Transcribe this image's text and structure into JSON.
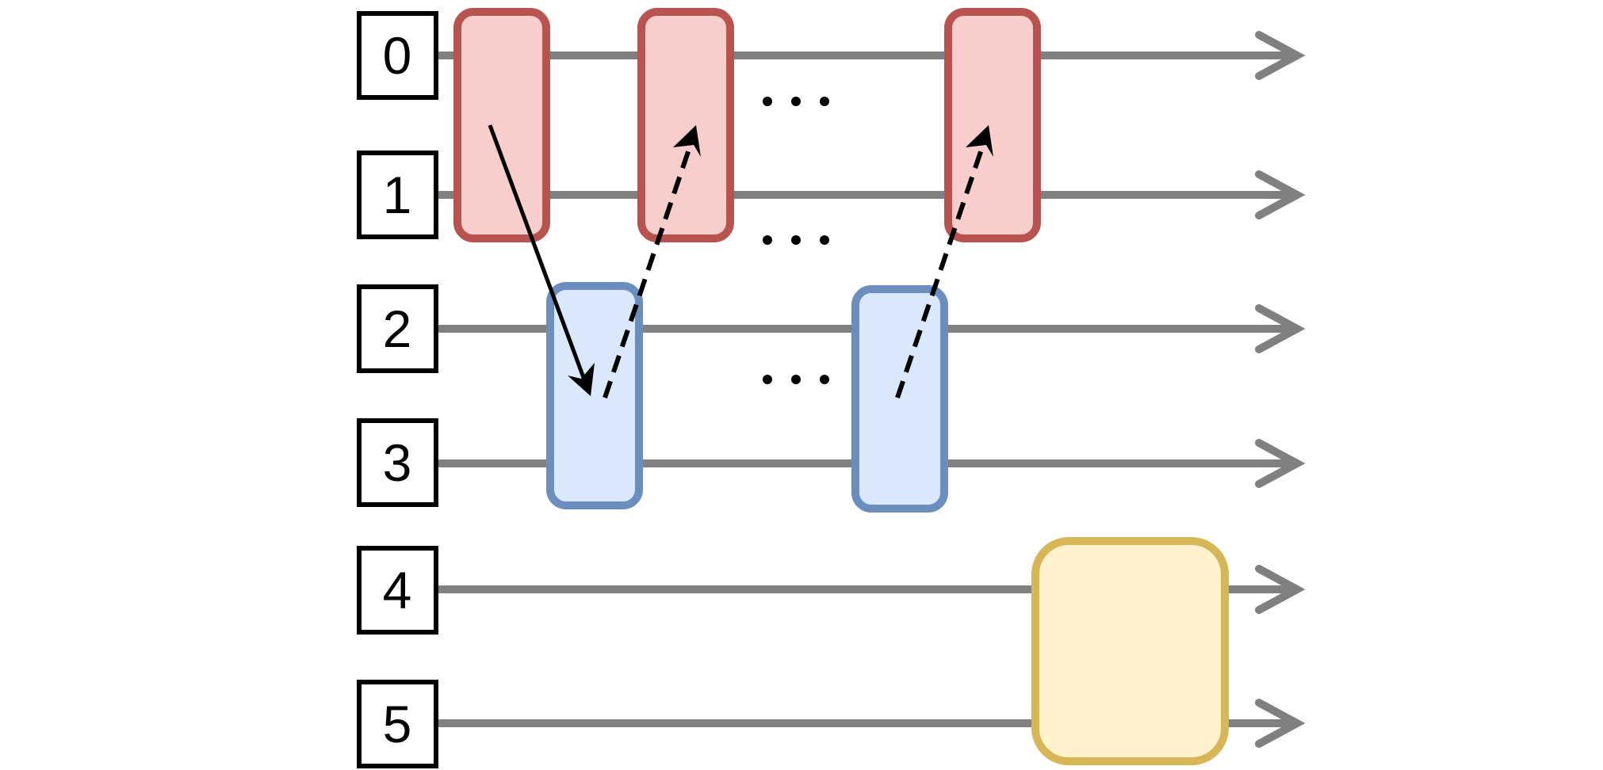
{
  "qubits": [
    {
      "label": "0"
    },
    {
      "label": "1"
    },
    {
      "label": "2"
    },
    {
      "label": "3"
    },
    {
      "label": "4"
    },
    {
      "label": "5"
    }
  ],
  "colors": {
    "wire": "#808080",
    "red_fill": "#f8cecc",
    "red_stroke": "#b85450",
    "blue_fill": "#dae8fc",
    "blue_stroke": "#6c8ebf",
    "yellow_fill": "#fff2cc",
    "yellow_stroke": "#d6b656",
    "arrow": "#000000"
  },
  "ellipsis": "⋯"
}
